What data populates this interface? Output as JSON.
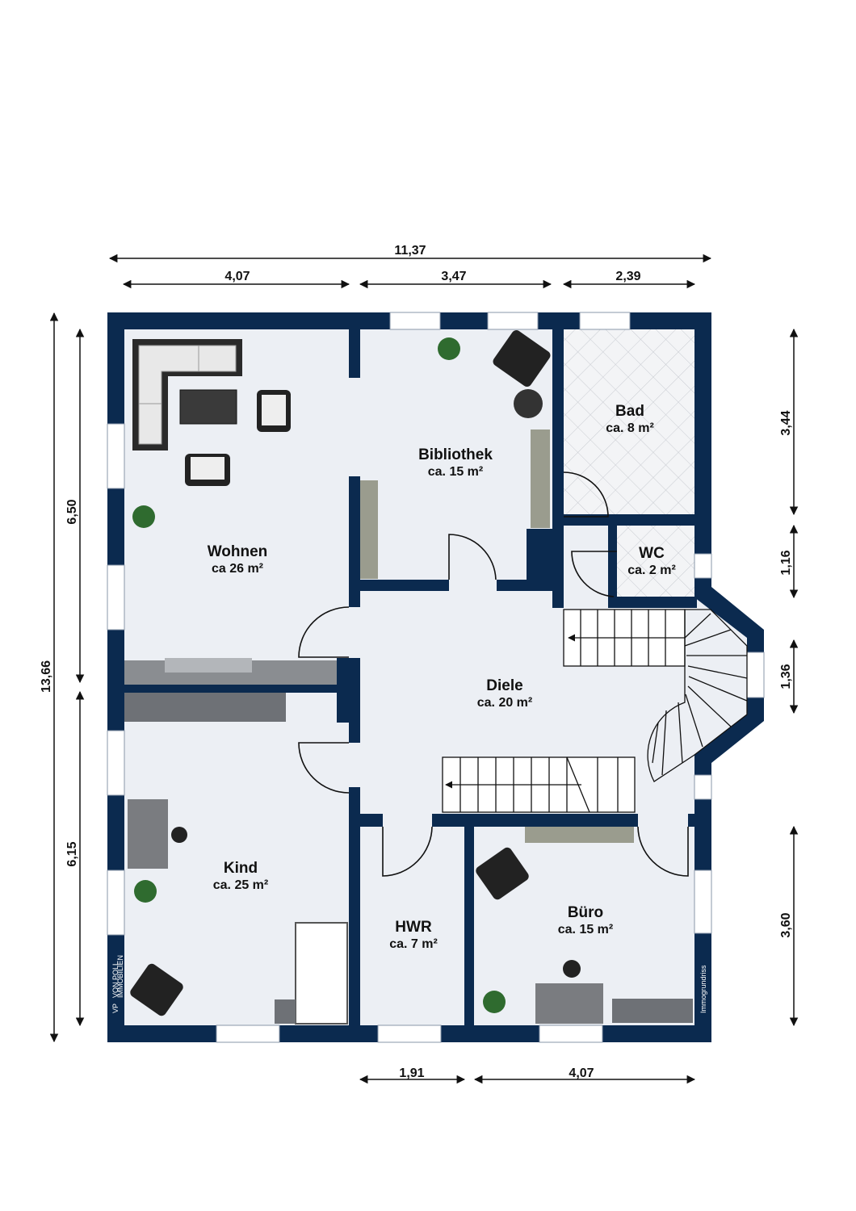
{
  "dimensions": {
    "top_total": "11,37",
    "top_1": "4,07",
    "top_2": "3,47",
    "top_3": "2,39",
    "left_total": "13,66",
    "left_1": "6,50",
    "left_2": "6,15",
    "right_1": "3,44",
    "right_2": "1,16",
    "right_3": "1,36",
    "right_4": "3,60",
    "bottom_1": "1,91",
    "bottom_2": "4,07"
  },
  "rooms": {
    "wohnen": {
      "name": "Wohnen",
      "area": "ca 26 m²"
    },
    "bibliothek": {
      "name": "Bibliothek",
      "area": "ca. 15 m²"
    },
    "bad": {
      "name": "Bad",
      "area": "ca. 8 m²"
    },
    "wc": {
      "name": "WC",
      "area": "ca. 2 m²"
    },
    "diele": {
      "name": "Diele",
      "area": "ca. 20 m²"
    },
    "kind": {
      "name": "Kind",
      "area": "ca. 25 m²"
    },
    "hwr": {
      "name": "HWR",
      "area": "ca. 7 m²"
    },
    "buero": {
      "name": "Büro",
      "area": "ca. 15 m²"
    }
  },
  "branding": {
    "logo_monogram": "VP",
    "logo_text": "VON POLL",
    "logo_sub": "IMMOBILIEN",
    "credit": "Immogrundriss"
  },
  "colors": {
    "wall": "#0b2a4f",
    "floor": "#eceff4"
  }
}
